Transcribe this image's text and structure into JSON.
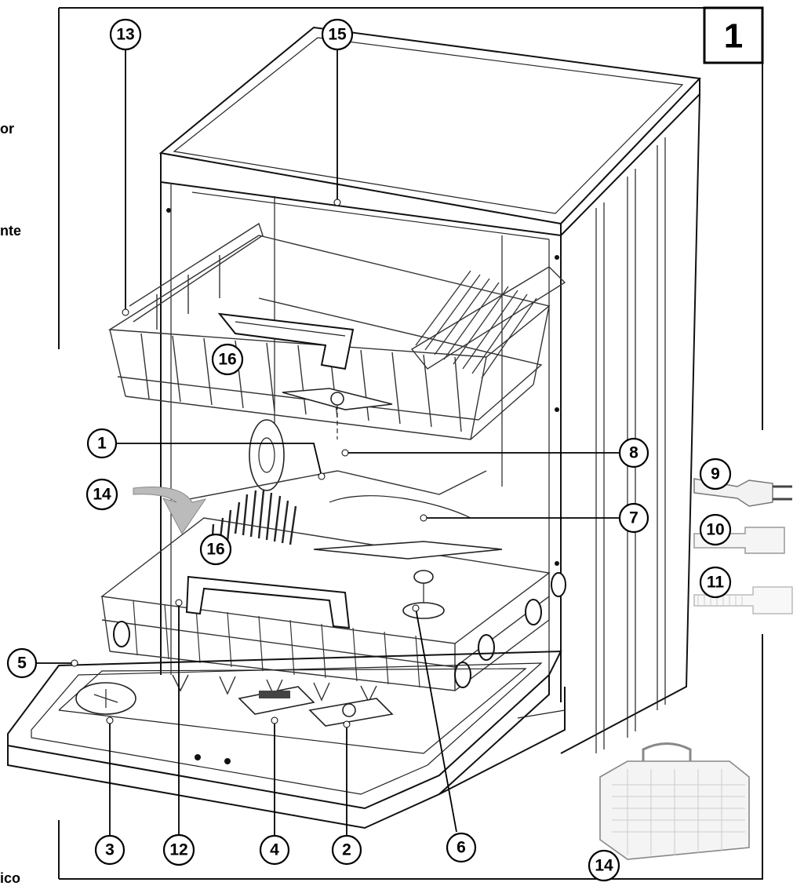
{
  "figure_number": "1",
  "edge_text": {
    "top": "or",
    "middle": "nte",
    "bottom": "ico"
  },
  "callouts": {
    "c1": "1",
    "c2": "2",
    "c3": "3",
    "c4": "4",
    "c5": "5",
    "c6": "6",
    "c7": "7",
    "c8": "8",
    "c9": "9",
    "c10": "10",
    "c11": "11",
    "c12": "12",
    "c13": "13",
    "c14_top": "14",
    "c14_bottom": "14",
    "c15": "15",
    "c16_upper": "16",
    "c16_lower": "16"
  }
}
